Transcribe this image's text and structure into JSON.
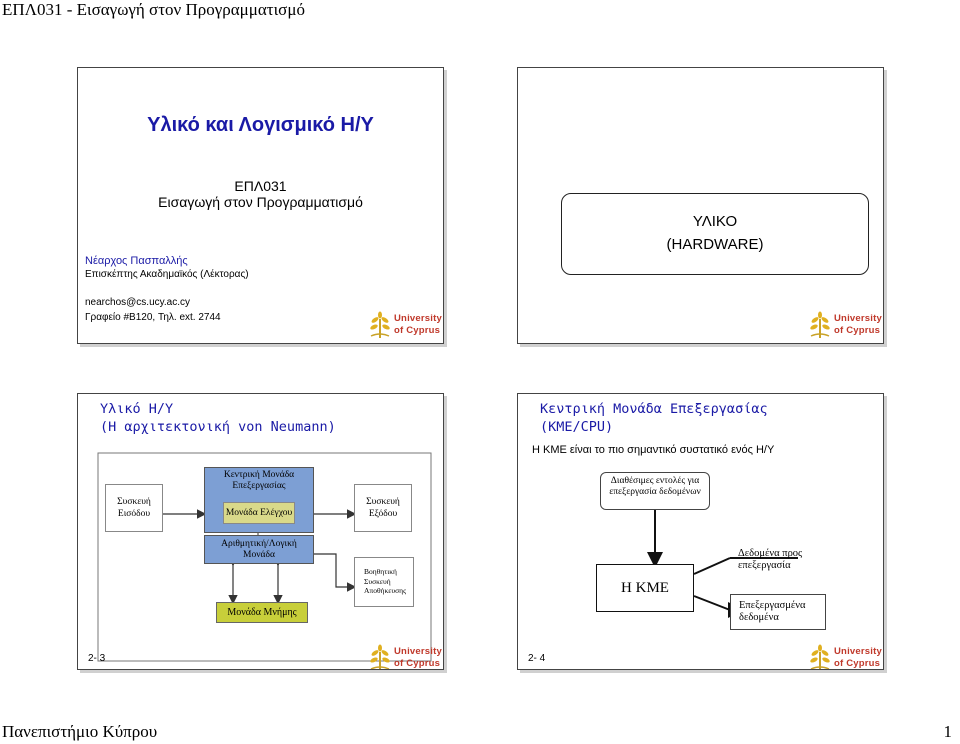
{
  "page": {
    "header": "ΕΠΛ031 - Εισαγωγή στον Προγραμματισμό",
    "footer_left": "Πανεπιστήμιο Κύπρου",
    "footer_right": "1"
  },
  "logo": {
    "line1": "University",
    "line2": "of Cyprus",
    "color": "#c0392b"
  },
  "slide1": {
    "title": "Υλικό και Λογισμικό Η/Υ",
    "course_code": "ΕΠΛ031",
    "course_name": "Εισαγωγή στον Προγραμματισμό",
    "author": "Νέαρχος Πασπαλλής",
    "author_role": "Επισκέπτης Ακαδημαϊκός (Λέκτορας)",
    "email": "nearchos@cs.ucy.ac.cy",
    "office": "Γραφείο #B120, Τηλ. ext. 2744",
    "title_color": "#1a1aa6",
    "author_color": "#1a1aa6"
  },
  "slide2": {
    "line1": "ΥΛΙΚΟ",
    "line2": "(HARDWARE)"
  },
  "slide3": {
    "title_line1": "Υλικό Η/Υ",
    "title_line2": "(Η αρχιτεκτονική von Neumann)",
    "input_device": "Συσκευή Εισόδου",
    "cpu_label": "Κεντρική Μονάδα Επεξεργασίας",
    "control_unit": "Μονάδα Ελέγχου",
    "alu": "Αριθμητική/Λογική Μονάδα",
    "memory": "Μονάδα Μνήμης",
    "output_device": "Συσκευή Εξόδου",
    "storage_device": "Βοηθητική Συσκευή Αποθήκευσης",
    "page_number": "2- 3",
    "cpu_color": "#7d9fd4",
    "inner_color": "#d9d98a",
    "memory_color": "#c8cf3a"
  },
  "slide4": {
    "title_line1": "Κεντρική Μονάδα Επεξεργασίας",
    "title_line2": "(ΚΜΕ/CPU)",
    "subtitle": "Η ΚΜΕ είναι το πιο σημαντικό συστατικό ενός Η/Υ",
    "instructions": "Διαθέσιμες εντολές για επεξεργασία δεδομένων",
    "cpu": "Η ΚΜΕ",
    "data_in": "Δεδομένα προς επεξεργασία",
    "data_out": "Επεξεργασμένα δεδομένα",
    "page_number": "2- 4"
  }
}
